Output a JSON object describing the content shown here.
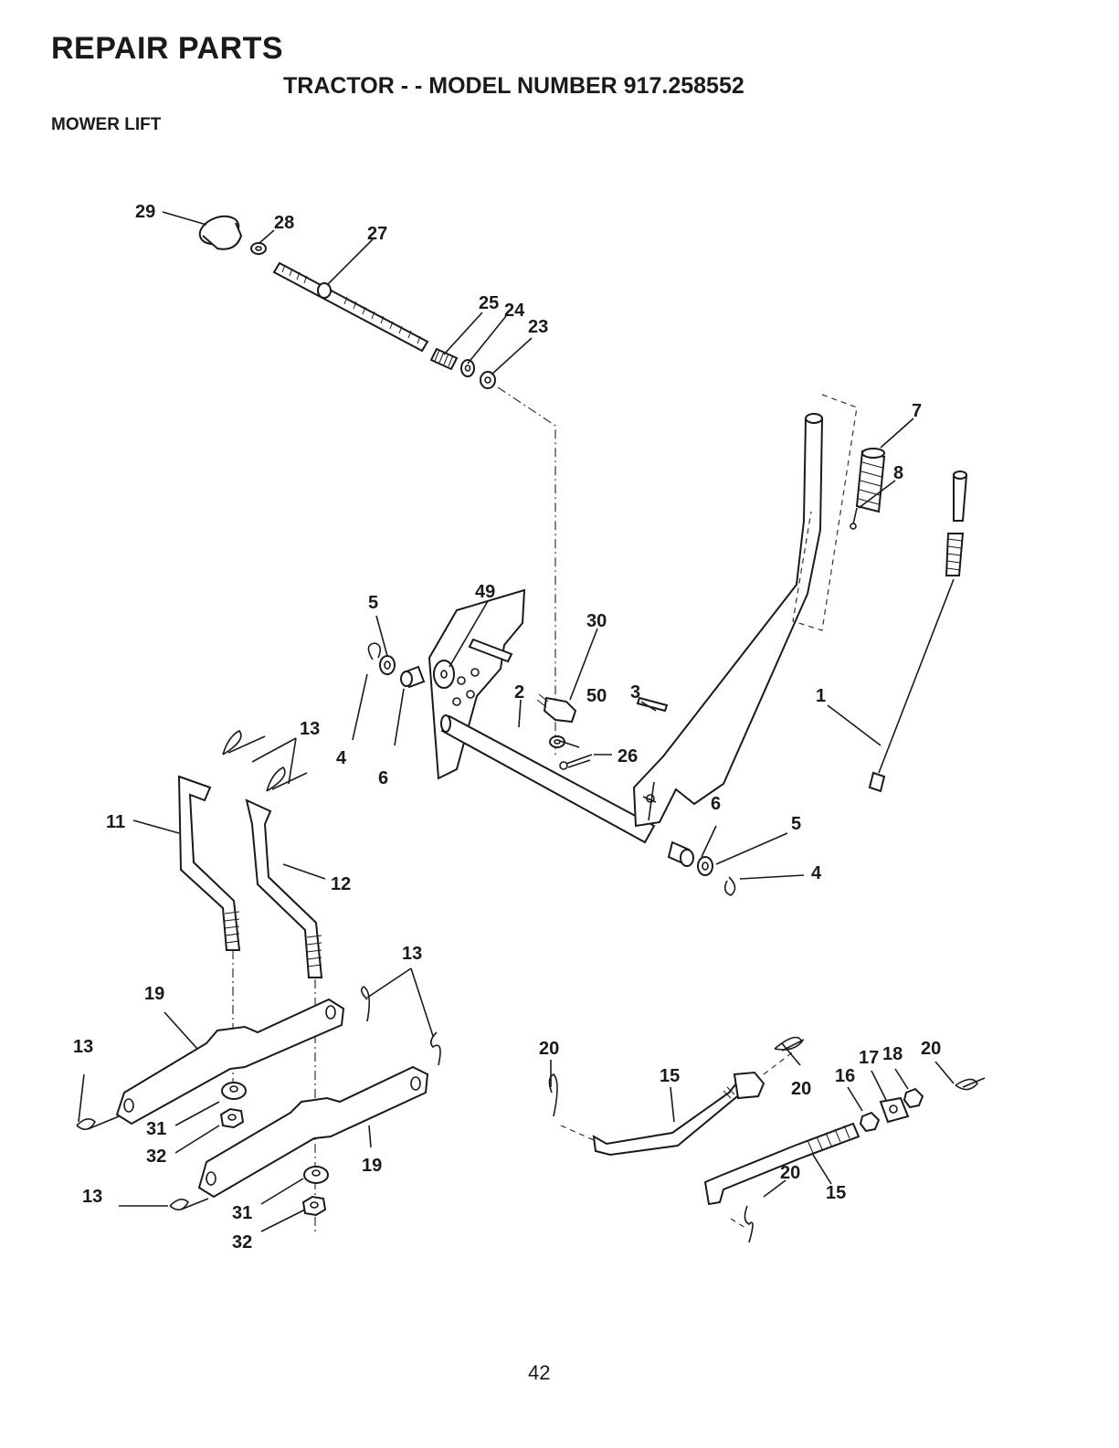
{
  "header": {
    "title": "REPAIR PARTS",
    "subtitle": "TRACTOR - - MODEL NUMBER 917.258552",
    "section": "MOWER LIFT"
  },
  "page_number": "42",
  "callouts": {
    "c1": "1",
    "c2": "2",
    "c3": "3",
    "c4a": "4",
    "c4b": "4",
    "c5a": "5",
    "c5b": "5",
    "c6a": "6",
    "c6b": "6",
    "c7": "7",
    "c8": "8",
    "c11": "11",
    "c12": "12",
    "c13a": "13",
    "c13b": "13",
    "c13c": "13",
    "c13d": "13",
    "c15a": "15",
    "c15b": "15",
    "c16": "16",
    "c17": "17",
    "c18": "18",
    "c19a": "19",
    "c19b": "19",
    "c20a": "20",
    "c20b": "20",
    "c20c": "20",
    "c20d": "20",
    "c23": "23",
    "c24": "24",
    "c25": "25",
    "c26": "26",
    "c27": "27",
    "c28": "28",
    "c29": "29",
    "c30": "30",
    "c31a": "31",
    "c31b": "31",
    "c32a": "32",
    "c32b": "32",
    "c49": "49",
    "c50": "50"
  }
}
